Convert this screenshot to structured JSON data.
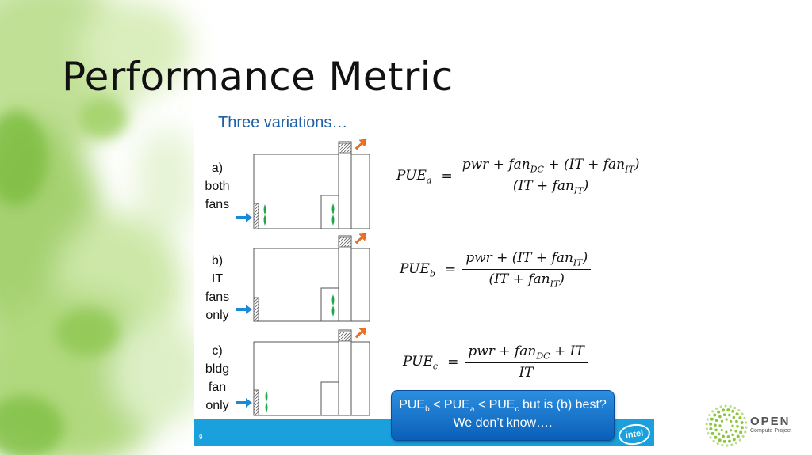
{
  "slide": {
    "title": "Performance Metric",
    "subtitle": "Three variations…",
    "page_number": "9"
  },
  "cases": [
    {
      "label_lines": [
        "a)",
        "both",
        "fans"
      ],
      "equation": {
        "lhs": "PUE",
        "lhs_sub": "a",
        "num": "pwr + fan<sub>DC</sub> + (IT + fan<sub>IT</sub>)",
        "den": "(IT + fan<sub>IT</sub>)"
      }
    },
    {
      "label_lines": [
        "b)",
        "IT",
        "fans",
        "only"
      ],
      "equation": {
        "lhs": "PUE",
        "lhs_sub": "b",
        "num": "pwr + (IT + fan<sub>IT</sub>)",
        "den": "(IT + fan<sub>IT</sub>)"
      }
    },
    {
      "label_lines": [
        "c)",
        "bldg",
        "fan",
        "only"
      ],
      "equation": {
        "lhs": "PUE",
        "lhs_sub": "c",
        "num": "pwr + fan<sub>DC</sub> + IT",
        "den": "IT"
      }
    }
  ],
  "callout": {
    "line1_parts": [
      "PUE",
      "b",
      " < PUE",
      "a",
      " < PUE",
      "c",
      " but is (b) best?"
    ],
    "line2": "We don’t know…."
  },
  "logos": {
    "intel": "intel",
    "ocp_big": "OPEN",
    "ocp_small": "Compute Project"
  },
  "colors": {
    "accent_blue": "#1aa0dc",
    "subtitle_blue": "#1f5fa8",
    "arrow_blue": "#1b8ad6",
    "arrow_orange": "#f07020",
    "fan_green": "#1fa64a",
    "ocp_green": "#8cc63f"
  }
}
